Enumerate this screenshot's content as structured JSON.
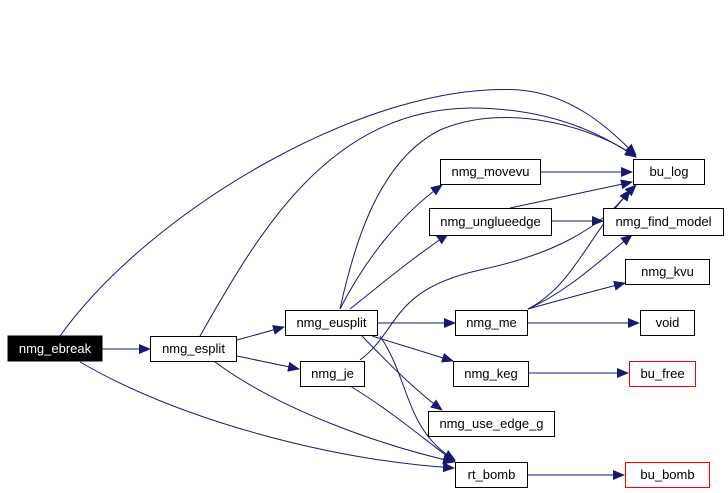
{
  "nodes": {
    "nmg_ebreak": "nmg_ebreak",
    "nmg_esplit": "nmg_esplit",
    "nmg_eusplit": "nmg_eusplit",
    "nmg_je": "nmg_je",
    "nmg_movevu": "nmg_movevu",
    "nmg_unglueedge": "nmg_unglueedge",
    "nmg_me": "nmg_me",
    "nmg_keg": "nmg_keg",
    "nmg_use_edge_g": "nmg_use_edge_g",
    "rt_bomb": "rt_bomb",
    "bu_log": "bu_log",
    "nmg_find_model": "nmg_find_model",
    "nmg_kvu": "nmg_kvu",
    "void": "void",
    "bu_free": "bu_free",
    "bu_bomb": "bu_bomb"
  },
  "colors": {
    "edge": "#191970",
    "node_border": "#000000",
    "highlight_fill": "#000000",
    "highlight_text": "#ffffff",
    "external_border": "#ff0000"
  }
}
